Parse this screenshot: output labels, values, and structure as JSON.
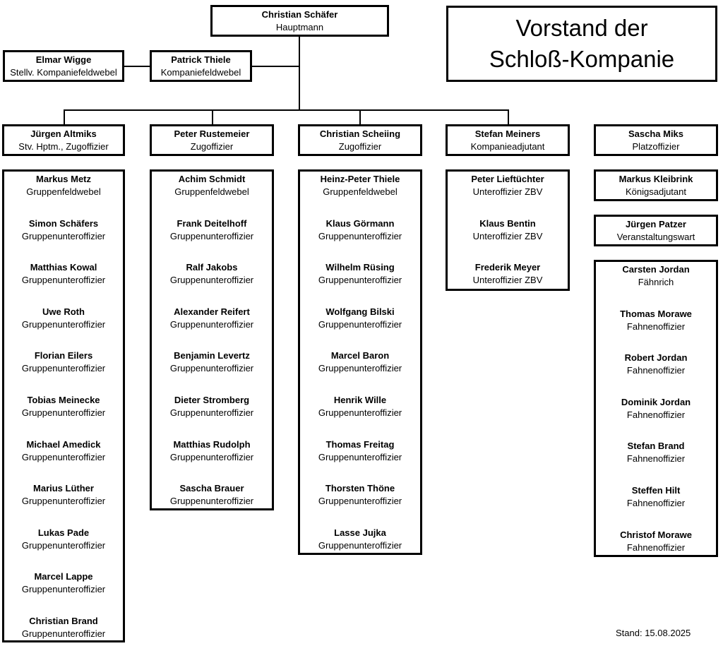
{
  "title": {
    "line1": "Vorstand der",
    "line2": "Schloß-Kompanie"
  },
  "stand": "Stand: 15.08.2025",
  "top": [
    {
      "name": "Christian Schäfer",
      "role": "Hauptmann"
    },
    {
      "name": "Patrick Thiele",
      "role": "Kompaniefeldwebel"
    },
    {
      "name": "Elmar Wigge",
      "role": "Stellv. Kompaniefeldwebel"
    }
  ],
  "column_heads": [
    {
      "name": "Jürgen Altmiks",
      "role": "Stv. Hptm., Zugoffizier"
    },
    {
      "name": "Peter Rustemeier",
      "role": "Zugoffizier"
    },
    {
      "name": "Christian Scheiing",
      "role": "Zugoffizier"
    },
    {
      "name": "Stefan Meiners",
      "role": "Kompanieadjutant"
    },
    {
      "name": "Sascha Miks",
      "role": "Platzoffizier"
    }
  ],
  "singles": [
    {
      "name": "Markus Kleibrink",
      "role": "Königsadjutant"
    },
    {
      "name": "Jürgen Patzer",
      "role": "Veranstaltungswart"
    }
  ],
  "groups": [
    {
      "members": [
        {
          "name": "Markus Metz",
          "role": "Gruppenfeldwebel"
        },
        {
          "name": "Simon Schäfers",
          "role": "Gruppenunteroffizier"
        },
        {
          "name": "Matthias Kowal",
          "role": "Gruppenunteroffizier"
        },
        {
          "name": "Uwe Roth",
          "role": "Gruppenunteroffizier"
        },
        {
          "name": "Florian Eilers",
          "role": "Gruppenunteroffizier"
        },
        {
          "name": "Tobias Meinecke",
          "role": "Gruppenunteroffizier"
        },
        {
          "name": "Michael Amedick",
          "role": "Gruppenunteroffizier"
        },
        {
          "name": "Marius Lüther",
          "role": "Gruppenunteroffizier"
        },
        {
          "name": "Lukas Pade",
          "role": "Gruppenunteroffizier"
        },
        {
          "name": "Marcel Lappe",
          "role": "Gruppenunteroffizier"
        },
        {
          "name": "Christian Brand",
          "role": "Gruppenunteroffizier"
        }
      ]
    },
    {
      "members": [
        {
          "name": "Achim Schmidt",
          "role": "Gruppenfeldwebel"
        },
        {
          "name": "Frank Deitelhoff",
          "role": "Gruppenunteroffizier"
        },
        {
          "name": "Ralf Jakobs",
          "role": "Gruppenunteroffizier"
        },
        {
          "name": "Alexander Reifert",
          "role": "Gruppenunteroffizier"
        },
        {
          "name": "Benjamin Levertz",
          "role": "Gruppenunteroffizier"
        },
        {
          "name": "Dieter Stromberg",
          "role": "Gruppenunteroffizier"
        },
        {
          "name": "Matthias Rudolph",
          "role": "Gruppenunteroffizier"
        },
        {
          "name": "Sascha Brauer",
          "role": "Gruppenunteroffizier"
        }
      ]
    },
    {
      "members": [
        {
          "name": "Heinz-Peter Thiele",
          "role": "Gruppenfeldwebel"
        },
        {
          "name": "Klaus Görmann",
          "role": "Gruppenunteroffizier"
        },
        {
          "name": "Wilhelm Rüsing",
          "role": "Gruppenunteroffizier"
        },
        {
          "name": "Wolfgang Bilski",
          "role": "Gruppenunteroffizier"
        },
        {
          "name": "Marcel Baron",
          "role": "Gruppenunteroffizier"
        },
        {
          "name": "Henrik Wille",
          "role": "Gruppenunteroffizier"
        },
        {
          "name": "Thomas Freitag",
          "role": "Gruppenunteroffizier"
        },
        {
          "name": "Thorsten Thöne",
          "role": "Gruppenunteroffizier"
        },
        {
          "name": "Lasse Jujka",
          "role": "Gruppenunteroffizier"
        }
      ]
    },
    {
      "members": [
        {
          "name": "Peter Lieftüchter",
          "role": "Unteroffizier ZBV"
        },
        {
          "name": "Klaus Bentin",
          "role": "Unteroffizier ZBV"
        },
        {
          "name": "Frederik Meyer",
          "role": "Unteroffizier ZBV"
        }
      ]
    },
    {
      "members": [
        {
          "name": "Carsten Jordan",
          "role": "Fähnrich"
        },
        {
          "name": "Thomas Morawe",
          "role": "Fahnenoffizier"
        },
        {
          "name": "Robert Jordan",
          "role": "Fahnenoffizier"
        },
        {
          "name": "Dominik Jordan",
          "role": "Fahnenoffizier"
        },
        {
          "name": "Stefan Brand",
          "role": "Fahnenoffizier"
        },
        {
          "name": "Steffen Hilt",
          "role": "Fahnenoffizier"
        },
        {
          "name": "Christof Morawe",
          "role": "Fahnenoffizier"
        }
      ]
    }
  ]
}
